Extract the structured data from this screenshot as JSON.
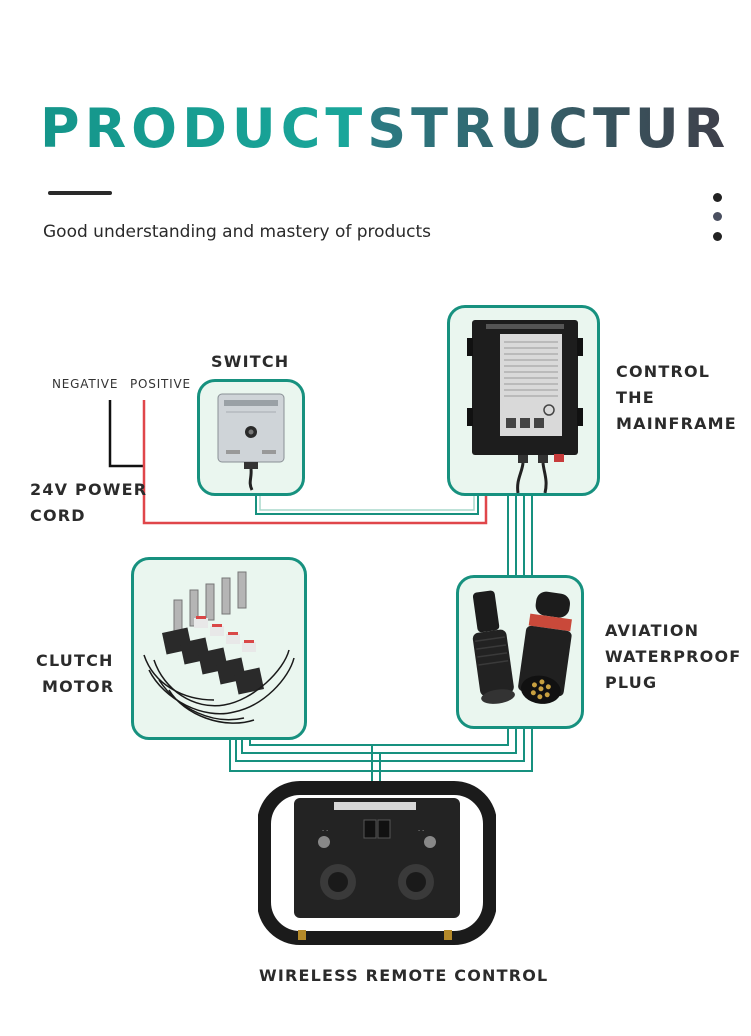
{
  "header": {
    "title_part1": "PRODUCT",
    "title_part2": "STRUCTUR",
    "subtitle": "Good understanding and mastery of products"
  },
  "labels": {
    "negative": "NEGATIVE",
    "positive": "POSITIVE",
    "switch": "SWITCH",
    "power_cord_line1": "24V POWER",
    "power_cord_line2": "CORD",
    "control_line1": "CONTROL",
    "control_line2": "THE",
    "control_line3": "MAINFRAME",
    "clutch_line1": "CLUTCH",
    "clutch_line2": "MOTOR",
    "aviation_line1": "AVIATION",
    "aviation_line2": "WATERPROOF",
    "aviation_line3": "PLUG",
    "remote": "WIRELESS REMOTE CONTROL"
  },
  "colors": {
    "accent": "#17917f",
    "box_fill": "#eaf6ef",
    "positive_wire": "#e0464a",
    "negative_wire": "#111111",
    "dot_dark": "#222222",
    "dot_mid": "#4a4f60"
  }
}
